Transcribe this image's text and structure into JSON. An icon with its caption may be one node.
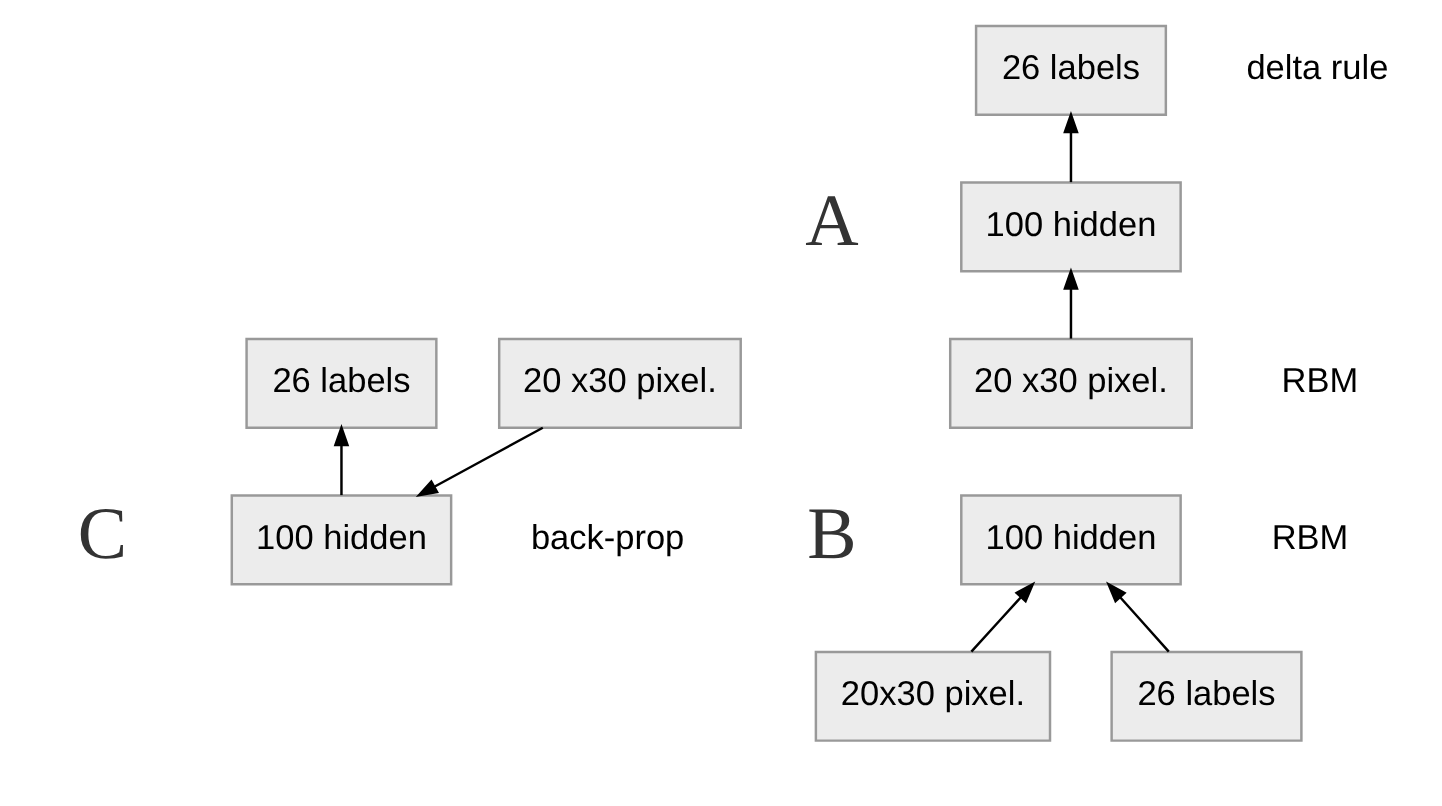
{
  "diagram": {
    "nodes": [
      {
        "text": [
          "26 labels"
        ]
      },
      {
        "text": [
          "100 hidden"
        ]
      },
      {
        "text": [
          "20 x30 pixel."
        ]
      },
      {
        "text": [
          "26 labels"
        ]
      },
      {
        "text": [
          "100 hidden"
        ]
      },
      {
        "text": [
          "20 x30 pixel."
        ]
      },
      {
        "text": [
          "100 hidden"
        ]
      },
      {
        "text": [
          "26 labels"
        ]
      },
      {
        "text": [
          "20x30 pixel."
        ]
      }
    ],
    "edges": [
      {
        "from": 1,
        "to": 0,
        "arrow": "to"
      },
      {
        "from": 2,
        "to": 1,
        "arrow": "to"
      },
      {
        "from": 4,
        "to": 3,
        "arrow": "to"
      },
      {
        "from": 5,
        "to": 4,
        "arrow": "to"
      },
      {
        "from": 7,
        "to": 6,
        "arrow": "to"
      },
      {
        "from": 8,
        "to": 6,
        "arrow": "to"
      }
    ],
    "labels": [
      "A",
      "delta rule",
      "RBM",
      "C",
      "back-prop",
      "B",
      "RBM"
    ]
  }
}
